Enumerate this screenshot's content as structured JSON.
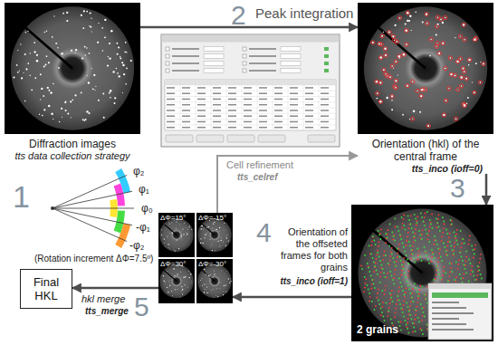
{
  "diagram": {
    "nodes": [
      {
        "text": [
          "Diffraction images",
          "tts data collection strategy"
        ]
      },
      {
        "text": [
          "Orientation (hkl) of the central frame",
          "tts_inco (ioff=0)"
        ]
      },
      {
        "text": [
          "2 grains"
        ]
      },
      {
        "text": [
          "ΔΦ=15°",
          "ΔΦ=-15°",
          "ΔΦ=30°",
          "ΔΦ=-30°"
        ]
      },
      {
        "text": [
          "Final HKL"
        ]
      }
    ],
    "edges": [
      {
        "from": 0,
        "to": 1,
        "arrow": "to",
        "label": "Peak integration"
      },
      {
        "from": 1,
        "to": 2,
        "arrow": "to"
      },
      {
        "from": 2,
        "to": 3,
        "arrow": "to"
      },
      {
        "from": 3,
        "to": 4,
        "arrow": "to",
        "label": "hkl merge"
      },
      {
        "from": 3,
        "to": 1,
        "arrow": "to",
        "label": "Cell refinement"
      }
    ],
    "labels": [
      "1",
      "2",
      "3",
      "4",
      "5",
      "φ₂",
      "φ₁",
      "φ₀",
      "-φ₁",
      "-φ₂",
      "(Rotation increment ΔΦ=7.5º)",
      "tts_celref",
      "Orientation of the offseted frames for both grains",
      "tts_inco (ioff=1)",
      "tts_merge"
    ]
  }
}
